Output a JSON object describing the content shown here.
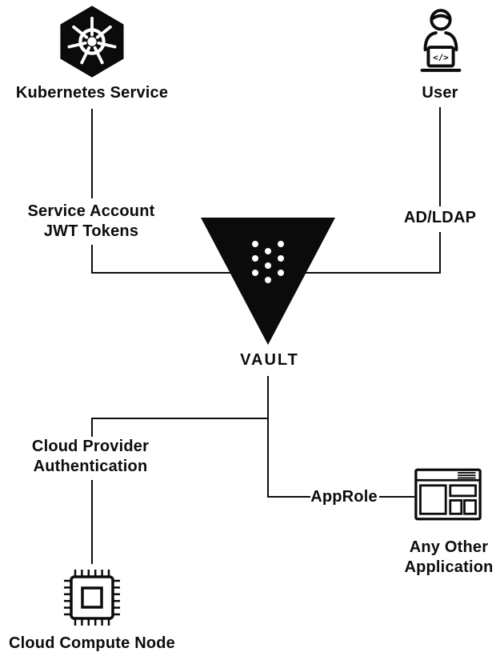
{
  "diagram": {
    "type": "vault-auth-methods-diagram",
    "colors": {
      "ink": "#0d0d0d",
      "background": "#ffffff"
    },
    "nodes": {
      "kubernetes_service": {
        "label": "Kubernetes Service"
      },
      "user": {
        "label": "User",
        "laptop_glyph": "</>"
      },
      "vault": {
        "label": "VAULT"
      },
      "any_other_application": {
        "line1": "Any Other",
        "line2": "Application"
      },
      "cloud_compute_node": {
        "label": "Cloud Compute Node"
      }
    },
    "edges": {
      "service_account_jwt_tokens": {
        "line1": "Service Account",
        "line2": "JWT Tokens"
      },
      "ad_ldap": {
        "label": "AD/LDAP"
      },
      "cloud_provider_authentication": {
        "line1": "Cloud Provider",
        "line2": "Authentication"
      },
      "approle": {
        "label": "AppRole"
      }
    },
    "icons": {
      "kubernetes": "kubernetes-helm-icon",
      "user": "person-with-laptop-icon",
      "vault": "vault-triangle-logo",
      "any_other_application": "browser-window-icon",
      "cloud_compute_node": "cpu-chip-icon"
    }
  }
}
